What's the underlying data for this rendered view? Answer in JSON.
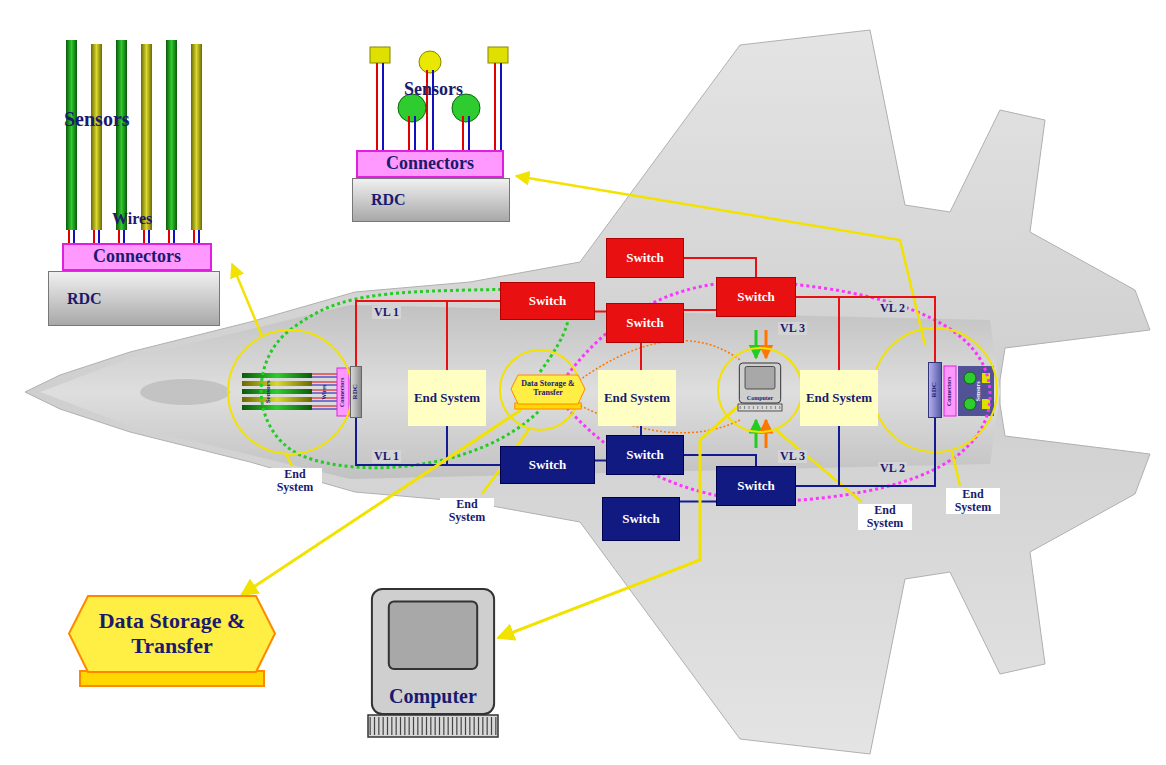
{
  "diagram": {
    "nodes": [
      {
        "text": [
          "Connectors"
        ]
      },
      {
        "text": [
          "RDC"
        ]
      },
      {
        "text": [
          "Connectors"
        ]
      },
      {
        "text": [
          "RDC"
        ]
      },
      {
        "text": [
          "Switch"
        ]
      },
      {
        "text": [
          "Switch"
        ]
      },
      {
        "text": [
          "Switch"
        ]
      },
      {
        "text": [
          "Switch"
        ]
      },
      {
        "text": [
          "RDC"
        ]
      },
      {
        "text": [
          "End System"
        ]
      },
      {
        "text": [
          "Data Storage & Transfer"
        ]
      },
      {
        "text": [
          "End System"
        ]
      },
      {
        "text": [
          "Computer"
        ]
      },
      {
        "text": [
          "End System"
        ]
      },
      {
        "text": [
          "RDC"
        ]
      },
      {
        "text": [
          "Switch"
        ]
      },
      {
        "text": [
          "Switch"
        ]
      },
      {
        "text": [
          "Switch"
        ]
      },
      {
        "text": [
          "Switch"
        ]
      },
      {
        "text": [
          "Data Storage & Transfer"
        ]
      },
      {
        "text": [
          "Computer"
        ]
      }
    ],
    "edges": [
      {
        "from": 8,
        "to": 5,
        "arrow": "none"
      },
      {
        "from": 9,
        "to": 5,
        "arrow": "none"
      },
      {
        "from": 5,
        "to": 6,
        "arrow": "none"
      },
      {
        "from": 11,
        "to": 6,
        "arrow": "none"
      },
      {
        "from": 4,
        "to": 7,
        "arrow": "none"
      },
      {
        "from": 6,
        "to": 7,
        "arrow": "none"
      },
      {
        "from": 13,
        "to": 7,
        "arrow": "none"
      },
      {
        "from": 7,
        "to": 14,
        "arrow": "none"
      },
      {
        "from": 8,
        "to": 15,
        "arrow": "none"
      },
      {
        "from": 9,
        "to": 15,
        "arrow": "none"
      },
      {
        "from": 15,
        "to": 16,
        "arrow": "none"
      },
      {
        "from": 11,
        "to": 16,
        "arrow": "none"
      },
      {
        "from": 16,
        "to": 17,
        "arrow": "none"
      },
      {
        "from": 18,
        "to": 17,
        "arrow": "none"
      },
      {
        "from": 13,
        "to": 17,
        "arrow": "none"
      },
      {
        "from": 17,
        "to": 14,
        "arrow": "none"
      },
      {
        "from": 10,
        "to": 19,
        "arrow": "to"
      },
      {
        "from": 12,
        "to": 20,
        "arrow": "to"
      }
    ],
    "labels": [
      "Sensors",
      "Wires",
      "Sensors",
      "VL 1",
      "VL 1",
      "VL 2",
      "VL 2",
      "VL 3",
      "VL 3",
      "Sensors",
      "Wires",
      "Connectors",
      "Connectors",
      "Sensors",
      "End System",
      "End System",
      "End System",
      "End System"
    ]
  }
}
